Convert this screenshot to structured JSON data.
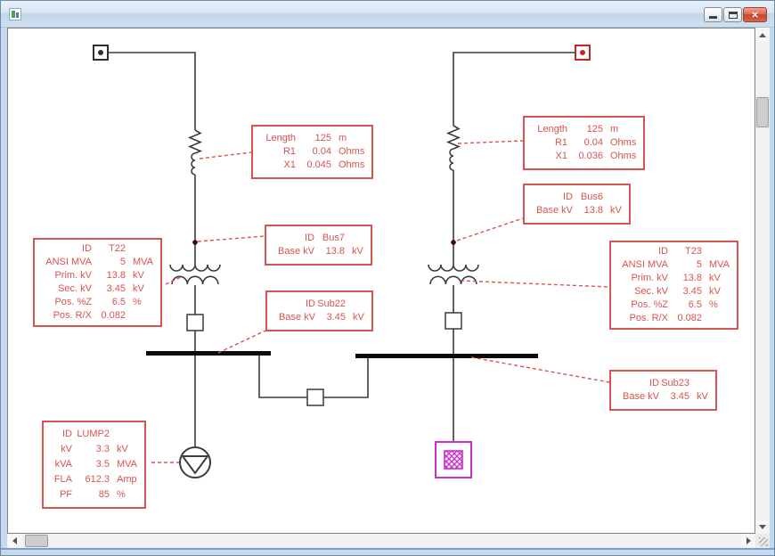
{
  "window": {
    "controls": {
      "close_glyph": "×"
    }
  },
  "colors": {
    "annotation_red": "#d9534f",
    "circuit_line": "#3c3c3c",
    "bus_black": "#0a0a0a",
    "load_magenta": "#cc2fcc",
    "connector_red": "#cc2222",
    "titlebar_blue": "#c6d8eb"
  },
  "callouts": {
    "cable_left": {
      "rows": [
        {
          "label": "Length",
          "value": "125",
          "unit": "m"
        },
        {
          "label": "R1",
          "value": "0.04",
          "unit": "Ohms"
        },
        {
          "label": "X1",
          "value": "0.045",
          "unit": "Ohms"
        }
      ]
    },
    "cable_right": {
      "rows": [
        {
          "label": "Length",
          "value": "125",
          "unit": "m"
        },
        {
          "label": "R1",
          "value": "0.04",
          "unit": "Ohms"
        },
        {
          "label": "X1",
          "value": "0.036",
          "unit": "Ohms"
        }
      ]
    },
    "bus7": {
      "rows": [
        {
          "label": "ID",
          "value": "Bus7",
          "unit": ""
        },
        {
          "label": "Base kV",
          "value": "13.8",
          "unit": "kV"
        }
      ]
    },
    "bus6": {
      "rows": [
        {
          "label": "ID",
          "value": "Bus6",
          "unit": ""
        },
        {
          "label": "Base kV",
          "value": "13.8",
          "unit": "kV"
        }
      ]
    },
    "t22": {
      "rows": [
        {
          "label": "ID",
          "value": "T22",
          "unit": ""
        },
        {
          "label": "ANSI MVA",
          "value": "5",
          "unit": "MVA"
        },
        {
          "label": "Prim. kV",
          "value": "13.8",
          "unit": "kV"
        },
        {
          "label": "Sec. kV",
          "value": "3.45",
          "unit": "kV"
        },
        {
          "label": "Pos. %Z",
          "value": "6.5",
          "unit": "%"
        },
        {
          "label": "Pos. R/X",
          "value": "0.082",
          "unit": ""
        }
      ]
    },
    "t23": {
      "rows": [
        {
          "label": "ID",
          "value": "T23",
          "unit": ""
        },
        {
          "label": "ANSI MVA",
          "value": "5",
          "unit": "MVA"
        },
        {
          "label": "Prim. kV",
          "value": "13.8",
          "unit": "kV"
        },
        {
          "label": "Sec. kV",
          "value": "3.45",
          "unit": "kV"
        },
        {
          "label": "Pos. %Z",
          "value": "6.5",
          "unit": "%"
        },
        {
          "label": "Pos. R/X",
          "value": "0.082",
          "unit": ""
        }
      ]
    },
    "sub22": {
      "rows": [
        {
          "label": "ID",
          "value": "Sub22",
          "unit": ""
        },
        {
          "label": "Base kV",
          "value": "3.45",
          "unit": "kV"
        }
      ]
    },
    "sub23": {
      "rows": [
        {
          "label": "ID",
          "value": "Sub23",
          "unit": ""
        },
        {
          "label": "Base kV",
          "value": "3.45",
          "unit": "kV"
        }
      ]
    },
    "lump2": {
      "rows": [
        {
          "label": "ID",
          "value": "LUMP2",
          "unit": ""
        },
        {
          "label": "kV",
          "value": "3.3",
          "unit": "kV"
        },
        {
          "label": "kVA",
          "value": "3.5",
          "unit": "MVA"
        },
        {
          "label": "FLA",
          "value": "612.3",
          "unit": "Amp"
        },
        {
          "label": "PF",
          "value": "85",
          "unit": "%"
        }
      ]
    }
  }
}
